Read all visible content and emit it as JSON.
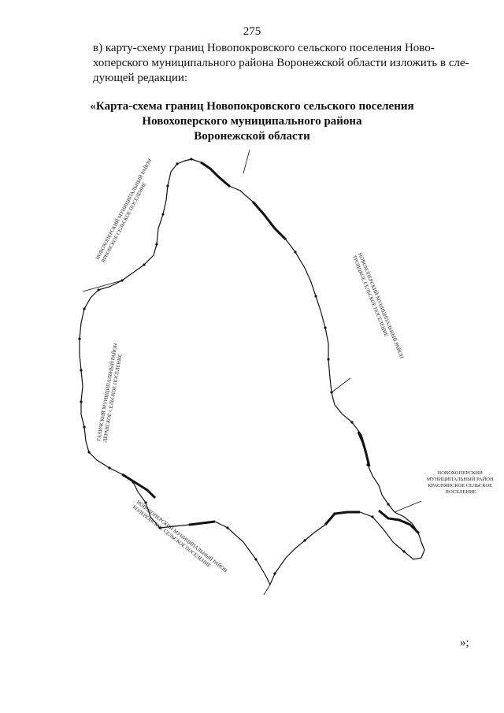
{
  "page_number": "275",
  "intro": {
    "lines": [
      "в) карту-схему границ Новопокровского сельского поселения Ново-",
      "хоперского муниципального района Воронежской области изложить в сле-",
      "дующей редакции:"
    ]
  },
  "title": {
    "lines": [
      "«Карта-схема границ Новопокровского сельского поселения",
      "Новохоперского муниципального района",
      "Воронежской области"
    ]
  },
  "map": {
    "neighbor_labels": {
      "top_left": [
        "НОВОХОПЕРСКИЙ МУНИЦИПАЛЬНЫЙ РАЙОН",
        "ЯРКОВСКОЕ СЕЛЬСКОЕ ПОСЕЛЕНИЕ"
      ],
      "left": [
        "ГАЛИЧСКИЙ МУНИЦИПАЛЬНЫЙ РАЙОН",
        "ДЕРАВСКОЕ СЕЛЬСКОЕ ПОСЕЛЕНИЕ"
      ],
      "right": [
        "НОВОХОПЕРСКИЙ МУНИЦИПАЛЬНЫЙ РАЙОН",
        "ТРОИЦКОЕ СЕЛЬСКОЕ ПОСЕЛЕНИЕ"
      ],
      "bottom_right": [
        "НОВОХОПЕРСКИЙ",
        "МУНИЦИПАЛЬНЫЙ РАЙОН",
        "КРАСНЯНСКОЕ СЕЛЬСКОЕ",
        "ПОСЕЛЕНИЕ"
      ],
      "bottom_left": [
        "НОВОХОПЕРСКИЙ МУНИЦИПАЛЬНЫЙ РАЙОН",
        "КОЛЕНОВСКОЕ СЕЛЬСКОЕ ПОСЕЛЕНИЕ"
      ]
    }
  },
  "closing": "»;"
}
